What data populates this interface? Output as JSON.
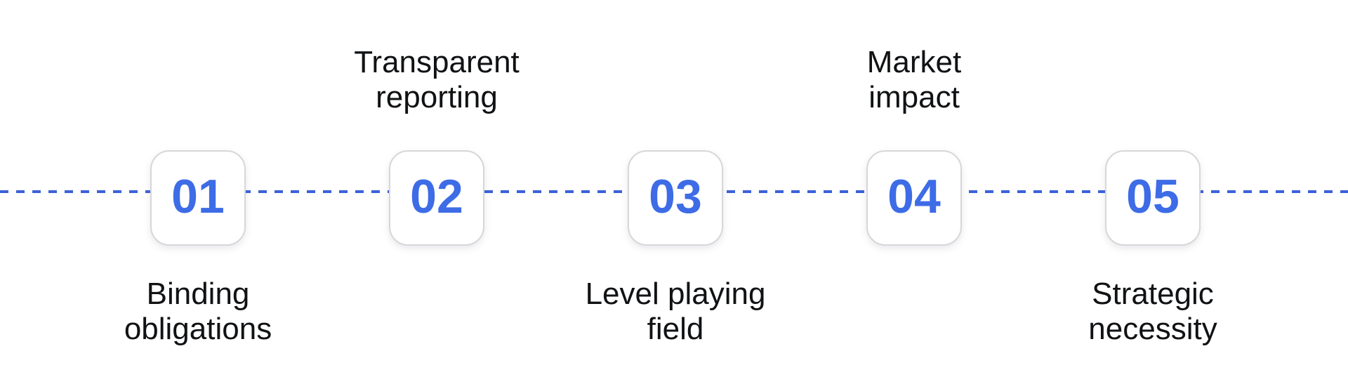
{
  "diagram": {
    "type": "horizontal-timeline",
    "background_color": "#ffffff",
    "accent_color": "#3d6ce6",
    "line_color": "#3c61da",
    "box_border_color": "#d7d7da",
    "label_color": "#101214",
    "steps": [
      {
        "number": "01",
        "label": "Binding\nobligations",
        "label_position": "below"
      },
      {
        "number": "02",
        "label": "Transparent\nreporting",
        "label_position": "above"
      },
      {
        "number": "03",
        "label": "Level playing\nfield",
        "label_position": "below"
      },
      {
        "number": "04",
        "label": "Market\nimpact",
        "label_position": "above"
      },
      {
        "number": "05",
        "label": "Strategic\nnecessity",
        "label_position": "below"
      }
    ]
  }
}
